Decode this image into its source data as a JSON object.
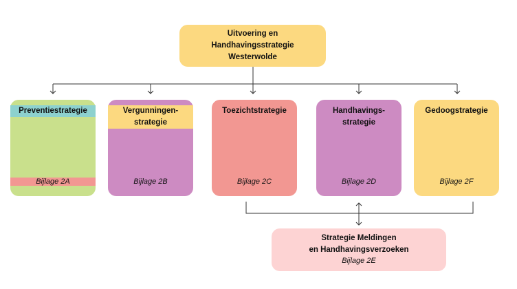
{
  "top": {
    "title": "Uitvoering en\nHandhavingsstrategie\nWesterwolde",
    "color": "#FCD980"
  },
  "strategies": [
    {
      "title": "Preventiestrategie",
      "appendix": "Bijlage 2A",
      "color": "#C9E08C"
    },
    {
      "title": "Vergunningen-\nstrategie",
      "appendix": "Bijlage 2B",
      "color": "#8DD1CE"
    },
    {
      "title": "Toezichtstrategie",
      "appendix": "Bijlage 2C",
      "color": "#F29792"
    },
    {
      "title": "Handhavings-\nstrategie",
      "appendix": "Bijlage 2D",
      "color": "#CD8BC2"
    },
    {
      "title": "Gedoogstrategie",
      "appendix": "Bijlage 2F",
      "color": "#FCD980"
    }
  ],
  "bottom": {
    "title": "Strategie Meldingen\nen Handhavingsverzoeken",
    "appendix": "Bijlage 2E",
    "color": "#FDD3D3"
  },
  "line_color": "#333333"
}
